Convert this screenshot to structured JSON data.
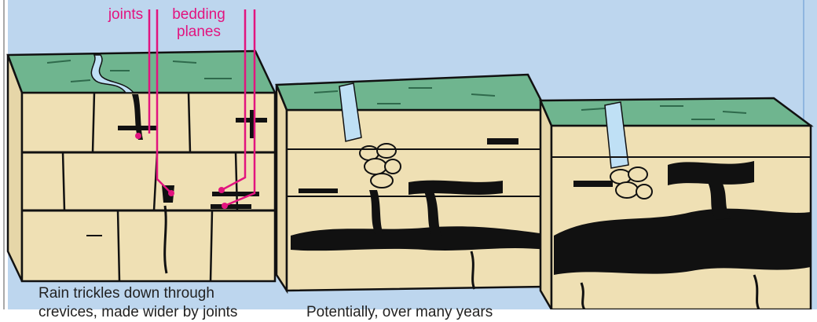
{
  "labels": {
    "joints": "joints",
    "bedding_planes": "bedding planes"
  },
  "captions": {
    "stage1_line1": "Rain trickles down through",
    "stage1_line2_partial": "crevices, made wider by joints",
    "stage2_partial": "Potentially, over many years"
  },
  "colors": {
    "panel_background": "#bdd6ee",
    "grass": "#6fb58f",
    "rock": "#efe0b4",
    "cave_void": "#111111",
    "water": "#9cc8e6",
    "label_accent": "#e2147f"
  }
}
